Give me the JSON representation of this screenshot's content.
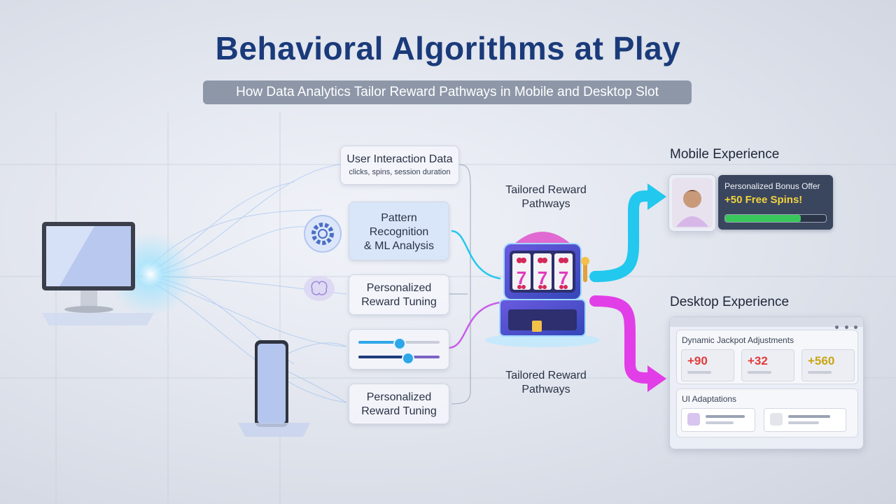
{
  "header": {
    "title": "Behavioral Algorithms at Play",
    "subtitle": "How Data Analytics Tailor Reward Pathways in Mobile and Desktop Slot"
  },
  "flow": {
    "user_data_title": "User Interaction Data",
    "user_data_detail": "clicks, spins, session duration",
    "pattern_lines": [
      "Pattern",
      "Recognition",
      "& ML Analysis"
    ],
    "tuning_top_lines": [
      "Personalized",
      "Reward Tuning"
    ],
    "tuning_bottom_lines": [
      "Personalized",
      "Reward Tuning"
    ],
    "tailored_top_lines": [
      "Tailored Reward",
      "Pathways"
    ],
    "tailored_bottom_lines": [
      "Tailored Reward",
      "Pathways"
    ],
    "slider_values": [
      0.5,
      0.6
    ]
  },
  "slot": {
    "reels": [
      "7",
      "7",
      "7"
    ]
  },
  "mobile": {
    "heading": "Mobile Experience",
    "offer_label": "Personalized Bonus Offer",
    "offer_value": "+50 Free Spins!",
    "progress": 0.75
  },
  "desktop": {
    "heading": "Desktop Experience",
    "jackpot_label": "Dynamic Jackpot Adjustments",
    "jackpots": [
      "+90",
      "+32",
      "+560"
    ],
    "ui_label": "UI Adaptations"
  },
  "colors": {
    "cyan": "#22c8ee",
    "magenta": "#e23ee8",
    "title": "#1a3a7a",
    "jackpot_red": "#e23b3b",
    "jackpot_gold": "#c9a514"
  },
  "icons": [
    "monitor-icon",
    "smartphone-icon",
    "gear-icon",
    "brain-icon",
    "slot-machine-icon",
    "avatar-icon",
    "window-controls-icon"
  ]
}
